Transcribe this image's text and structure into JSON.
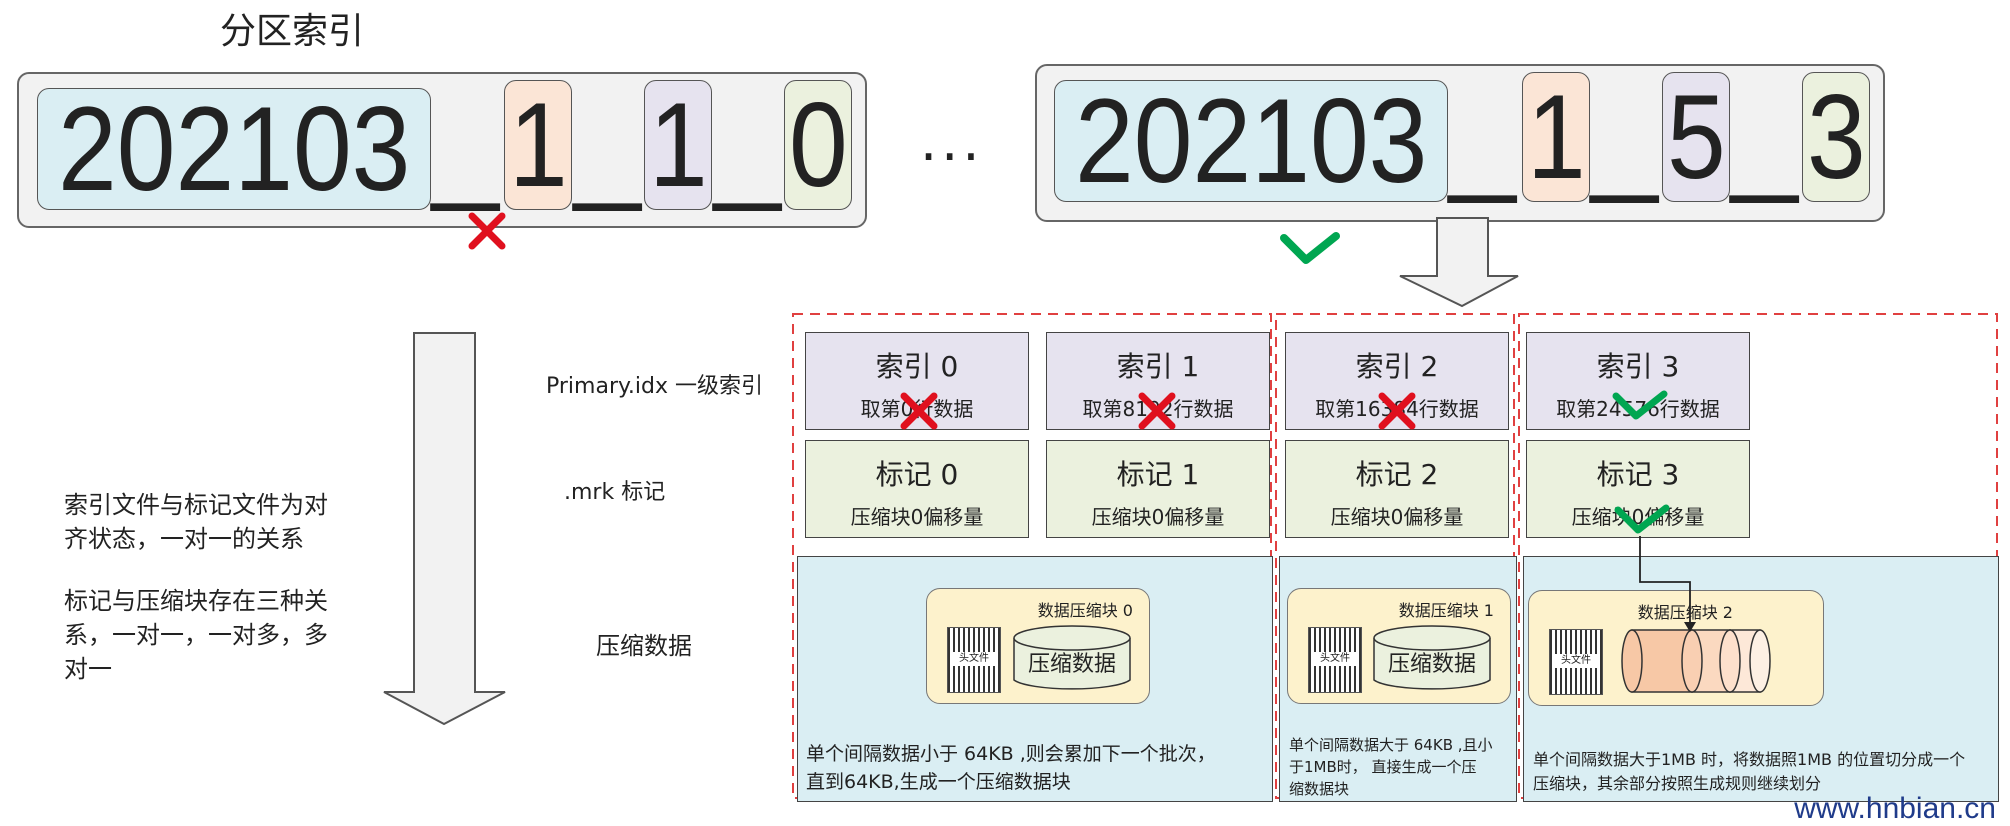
{
  "title": "分区索引",
  "partition_left": {
    "year_month": "202103",
    "min_block": "1",
    "max_block": "1",
    "level": "0"
  },
  "partition_right": {
    "year_month": "202103",
    "min_block": "1",
    "max_block": "5",
    "level": "3"
  },
  "separator": "_",
  "ellipsis": "...",
  "row_labels": {
    "primary": "Primary.idx 一级索引",
    "mrk": ".mrk 标记",
    "data": "压缩数据"
  },
  "side_text": {
    "line1": "索引文件与标记文件为对",
    "line2": "齐状态，一对一的关系",
    "line3": "标记与压缩块存在三种关",
    "line4": "系，一对一，一对多，多",
    "line5": "对一"
  },
  "index_cells": [
    {
      "title": "索引 0",
      "sub": "取第0行数据",
      "match": false
    },
    {
      "title": "索引 1",
      "sub": "取第8192行数据",
      "match": false
    },
    {
      "title": "索引 2",
      "sub": "取第16384行数据",
      "match": false
    },
    {
      "title": "索引 3",
      "sub": "取第24576行数据",
      "match": true
    }
  ],
  "mark_cells": [
    {
      "title": "标记 0",
      "sub": "压缩块0偏移量"
    },
    {
      "title": "标记 1",
      "sub": "压缩块0偏移量"
    },
    {
      "title": "标记 2",
      "sub": "压缩块0偏移量"
    },
    {
      "title": "标记 3",
      "sub": "压缩块0偏移量"
    }
  ],
  "data_blocks": [
    {
      "caption": "数据压缩块 0",
      "header": "头文件",
      "body": "压缩数据"
    },
    {
      "caption": "数据压缩块 1",
      "header": "头文件",
      "body": "压缩数据"
    },
    {
      "caption": "数据压缩块 2",
      "header": "头文件"
    }
  ],
  "data_desc": [
    {
      "line1": "单个间隔数据小于 64KB ,则会累加下一个批次，",
      "line2": "直到64KB,生成一个压缩数据块"
    },
    {
      "line1": "单个间隔数据大于 64KB ,且小",
      "line2": "于1MB时， 直接生成一个压",
      "line3": "缩数据块"
    },
    {
      "line1": "单个间隔数据大于1MB 时，将数据照1MB 的位置切分成一个",
      "line2": "压缩块，其余部分按照生成规则继续划分"
    }
  ],
  "watermark": "www.hnbian.cn",
  "colors": {
    "cross": "#e0101e",
    "check": "#00a651",
    "dash": "#e04040",
    "link": "#1f3b8a"
  }
}
